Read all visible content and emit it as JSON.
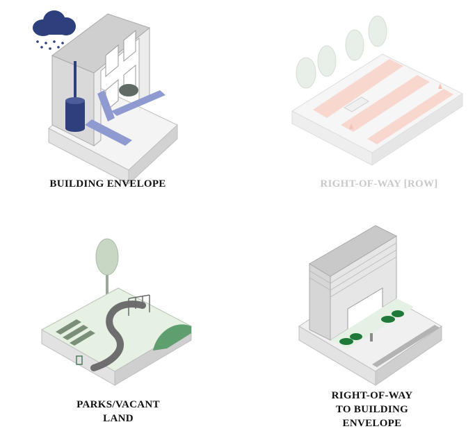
{
  "tiles": {
    "building": {
      "label": "BUILDING ENVELOPE"
    },
    "row": {
      "label": "RIGHT-OF-WAY [ROW]"
    },
    "parks": {
      "label_lines": [
        "PARKS/VACANT",
        "LAND"
      ]
    },
    "row_to_building": {
      "label_lines": [
        "RIGHT-OF-WAY",
        "TO BUILDING",
        "ENVELOPE"
      ]
    }
  },
  "colors": {
    "navy": "#2d3f7c",
    "light_green": "#d9ead8",
    "mid_green": "#5f9e6e",
    "dark_green": "#1f7a3a",
    "salmon": "#f3c7bd",
    "gray": "#cfcfcf"
  }
}
